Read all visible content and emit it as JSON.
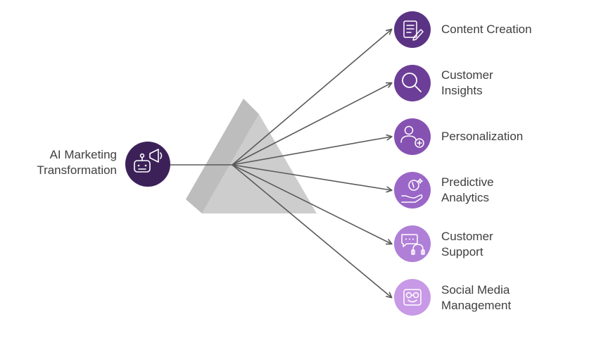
{
  "source": {
    "label_lines": [
      "AI Marketing",
      "Transformation"
    ],
    "icon": "robot-megaphone-icon",
    "color": "#3c2159"
  },
  "outputs": [
    {
      "label_lines": [
        "Content Creation"
      ],
      "icon": "document-pen-icon",
      "color": "#5b3384"
    },
    {
      "label_lines": [
        "Customer",
        "Insights"
      ],
      "icon": "magnifier-icon",
      "color": "#6d3e98"
    },
    {
      "label_lines": [
        "Personalization"
      ],
      "icon": "user-add-icon",
      "color": "#8652b2"
    },
    {
      "label_lines": [
        "Predictive",
        "Analytics"
      ],
      "icon": "hand-lightbulb-icon",
      "color": "#9a67c8"
    },
    {
      "label_lines": [
        "Customer",
        "Support"
      ],
      "icon": "chat-headset-icon",
      "color": "#b07fd8"
    },
    {
      "label_lines": [
        "Social Media",
        "Management"
      ],
      "icon": "social-emoji-icon",
      "color": "#c899e6"
    }
  ],
  "prism_color": "#cdcdcd",
  "arrow_color": "#5a5a5a"
}
